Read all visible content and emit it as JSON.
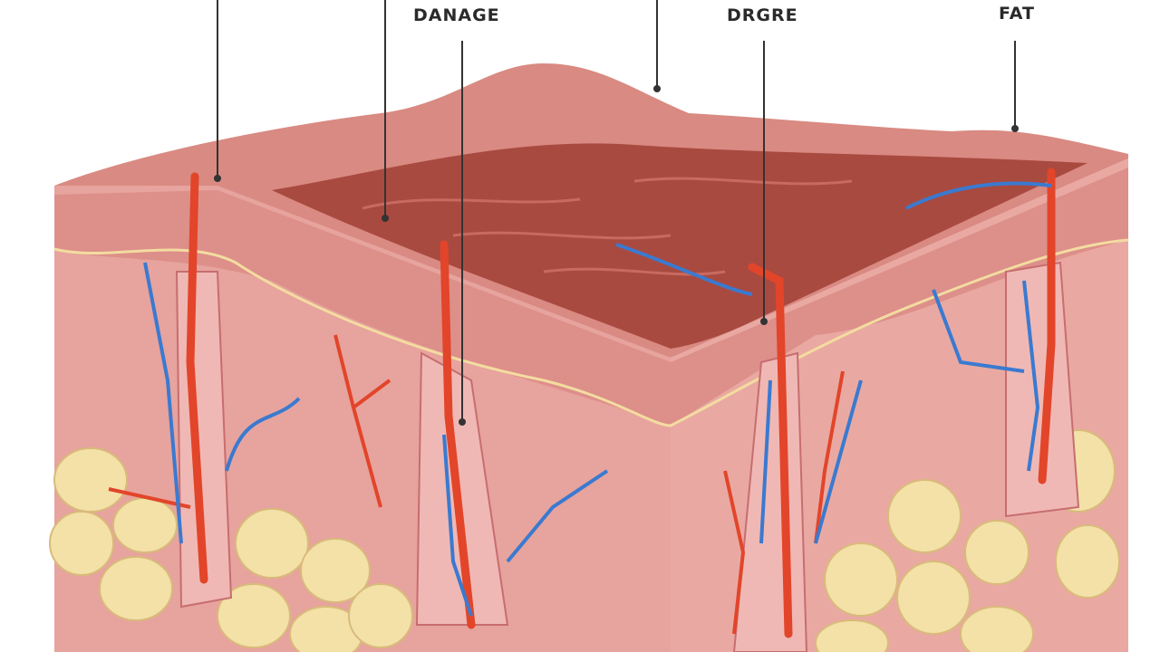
{
  "labels": [
    {
      "text": "DANAGE"
    },
    {
      "text": "DRGRE"
    },
    {
      "text": "FAT"
    }
  ],
  "colors": {
    "skin_surface": "#d98a82",
    "dermis": "#e8a6a0",
    "wound": "#a94a40",
    "artery": "#e2452a",
    "vein": "#3a7ad0",
    "fat": "#f3e1a8"
  }
}
